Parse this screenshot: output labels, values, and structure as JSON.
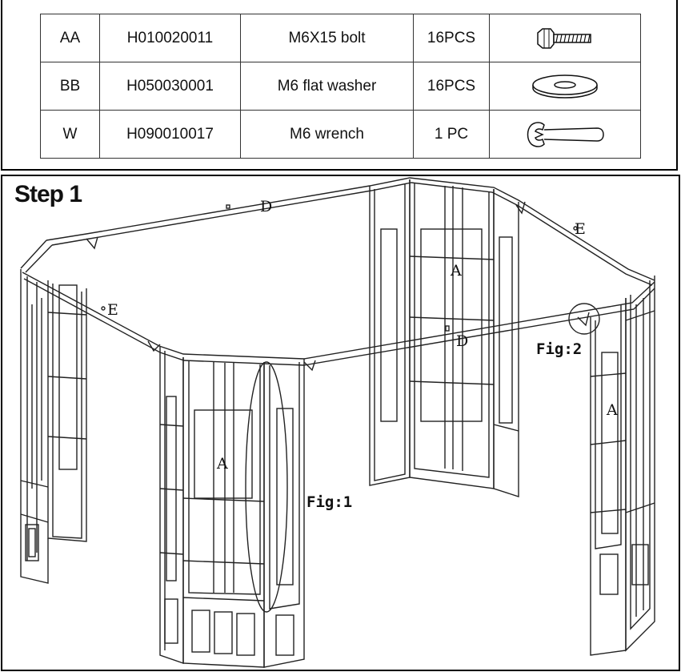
{
  "parts_table": {
    "rows": [
      {
        "code": "AA",
        "part_no": "H010020011",
        "description": "M6X15 bolt",
        "qty": "16PCS",
        "icon": "bolt-icon"
      },
      {
        "code": "BB",
        "part_no": "H050030001",
        "description": "M6 flat washer",
        "qty": "16PCS",
        "icon": "washer-icon"
      },
      {
        "code": "W",
        "part_no": "H090010017",
        "description": "M6 wrench",
        "qty": "1 PC",
        "icon": "wrench-icon"
      }
    ]
  },
  "step": {
    "title": "Step 1",
    "labels": {
      "d": "D",
      "e": "E",
      "a": "A",
      "fig1": "Fig:1",
      "fig2": "Fig:2"
    }
  }
}
